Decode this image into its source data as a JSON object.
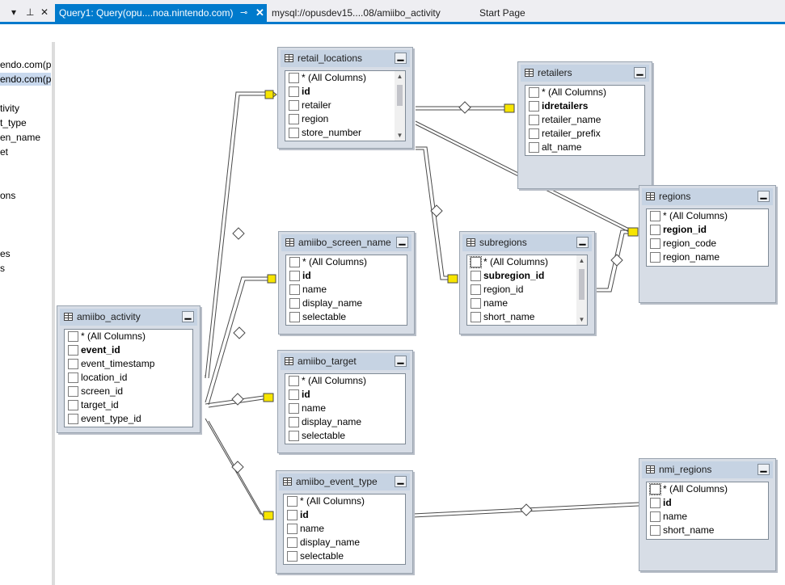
{
  "tabbar": {
    "active_tab": "Query1: Query(opu....noa.nintendo.com)",
    "active_pin": "⊸",
    "active_close": "✕",
    "tab2": "mysql://opusdev15....08/amiibo_activity",
    "tab3": "Start Page",
    "left_tools": [
      "▾",
      "⊥",
      "✕"
    ]
  },
  "left_panel": {
    "items": [
      "endo.com(p",
      "endo.com(p",
      "tivity",
      "t_type",
      "en_name",
      "et",
      "ons",
      "es",
      "s"
    ]
  },
  "tables": {
    "retail_locations": {
      "title": "retail_locations",
      "rows": [
        "* (All Columns)",
        "id",
        "retailer",
        "region",
        "store_number"
      ]
    },
    "retailers": {
      "title": "retailers",
      "rows": [
        "* (All Columns)",
        "idretailers",
        "retailer_name",
        "retailer_prefix",
        "alt_name"
      ]
    },
    "regions": {
      "title": "regions",
      "rows": [
        "* (All Columns)",
        "region_id",
        "region_code",
        "region_name"
      ]
    },
    "amiibo_screen_name": {
      "title": "amiibo_screen_name",
      "rows": [
        "* (All Columns)",
        "id",
        "name",
        "display_name",
        "selectable"
      ]
    },
    "subregions": {
      "title": "subregions",
      "rows": [
        "* (All Columns)",
        "subregion_id",
        "region_id",
        "name",
        "short_name"
      ]
    },
    "amiibo_activity": {
      "title": "amiibo_activity",
      "rows": [
        "* (All Columns)",
        "event_id",
        "event_timestamp",
        "location_id",
        "screen_id",
        "target_id",
        "event_type_id"
      ]
    },
    "amiibo_target": {
      "title": "amiibo_target",
      "rows": [
        "* (All Columns)",
        "id",
        "name",
        "display_name",
        "selectable"
      ]
    },
    "amiibo_event_type": {
      "title": "amiibo_event_type",
      "rows": [
        "* (All Columns)",
        "id",
        "name",
        "display_name",
        "selectable"
      ]
    },
    "nmi_regions": {
      "title": "nmi_regions",
      "rows": [
        "* (All Columns)",
        "id",
        "name",
        "short_name"
      ]
    }
  },
  "minimize_glyph": "▁",
  "scroll_up": "▲",
  "scroll_down": "▼"
}
